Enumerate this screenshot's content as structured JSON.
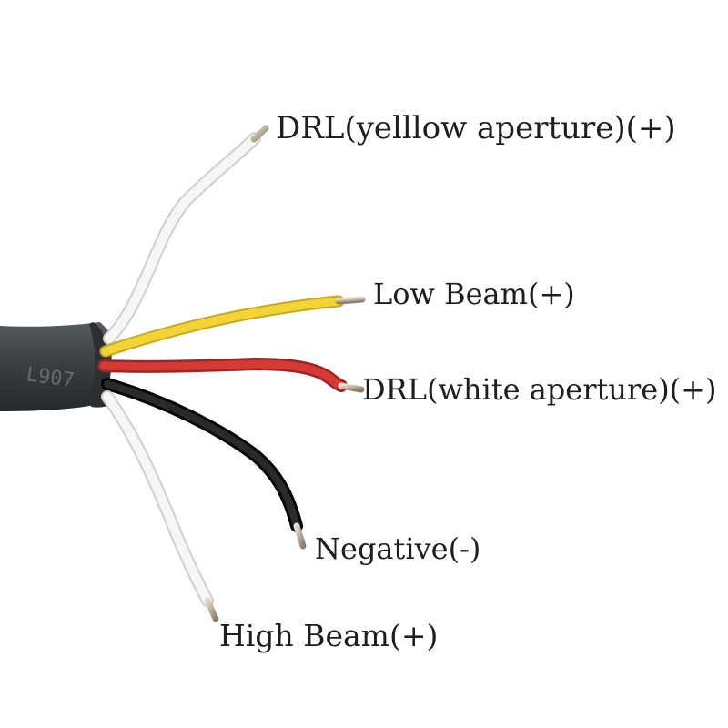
{
  "labels": {
    "drl_yellow": "DRL(yelllow aperture)(+)",
    "low_beam": "Low Beam(+)",
    "drl_white": "DRL(white aperture)(+)",
    "negative": "Negative(-)",
    "high_beam": "High Beam(+)"
  },
  "cable_print": "L907",
  "colors": {
    "cable_jacket": "#3a3f42",
    "wire_white": "#f4f4f2",
    "wire_yellow": "#f2d437",
    "wire_red": "#d63a36",
    "wire_black": "#1c1c1c",
    "copper_tip": "#b9a993"
  }
}
